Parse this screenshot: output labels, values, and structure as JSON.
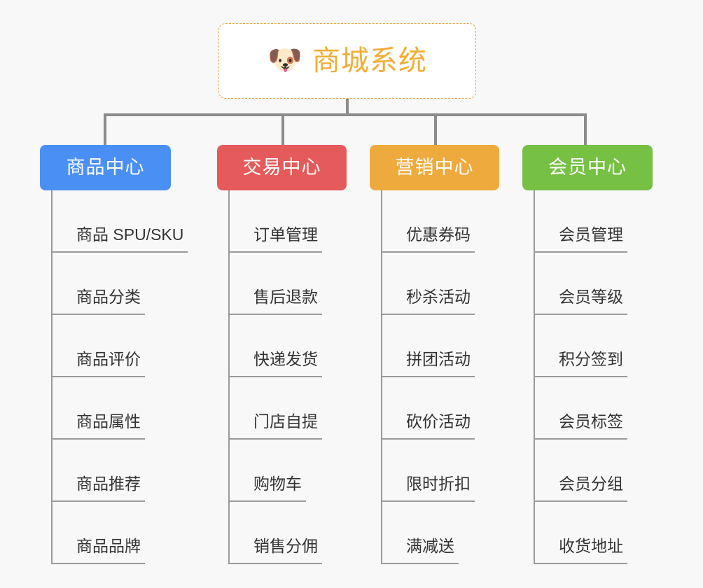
{
  "background_color": "#f8f8f8",
  "root": {
    "icon": "dog-face-emoji",
    "icon_glyph": "🐶",
    "title": "商城系统",
    "title_color": "#f0ad35",
    "border_color": "#e8a33d",
    "fill_color": "#ffffff"
  },
  "connector_color": "#8c8c8c",
  "columns": [
    {
      "id": "product-center",
      "label": "商品中心",
      "color": "#4a90f4",
      "items": [
        "商品 SPU/SKU",
        "商品分类",
        "商品评价",
        "商品属性",
        "商品推荐",
        "商品品牌"
      ]
    },
    {
      "id": "trade-center",
      "label": "交易中心",
      "color": "#e55a5a",
      "items": [
        "订单管理",
        "售后退款",
        "快递发货",
        "门店自提",
        "购物车",
        "销售分佣"
      ]
    },
    {
      "id": "marketing-center",
      "label": "营销中心",
      "color": "#eeaa3c",
      "items": [
        "优惠券码",
        "秒杀活动",
        "拼团活动",
        "砍价活动",
        "限时折扣",
        "满减送"
      ]
    },
    {
      "id": "member-center",
      "label": "会员中心",
      "color": "#76c044",
      "items": [
        "会员管理",
        "会员等级",
        "积分签到",
        "会员标签",
        "会员分组",
        "收货地址"
      ]
    }
  ]
}
